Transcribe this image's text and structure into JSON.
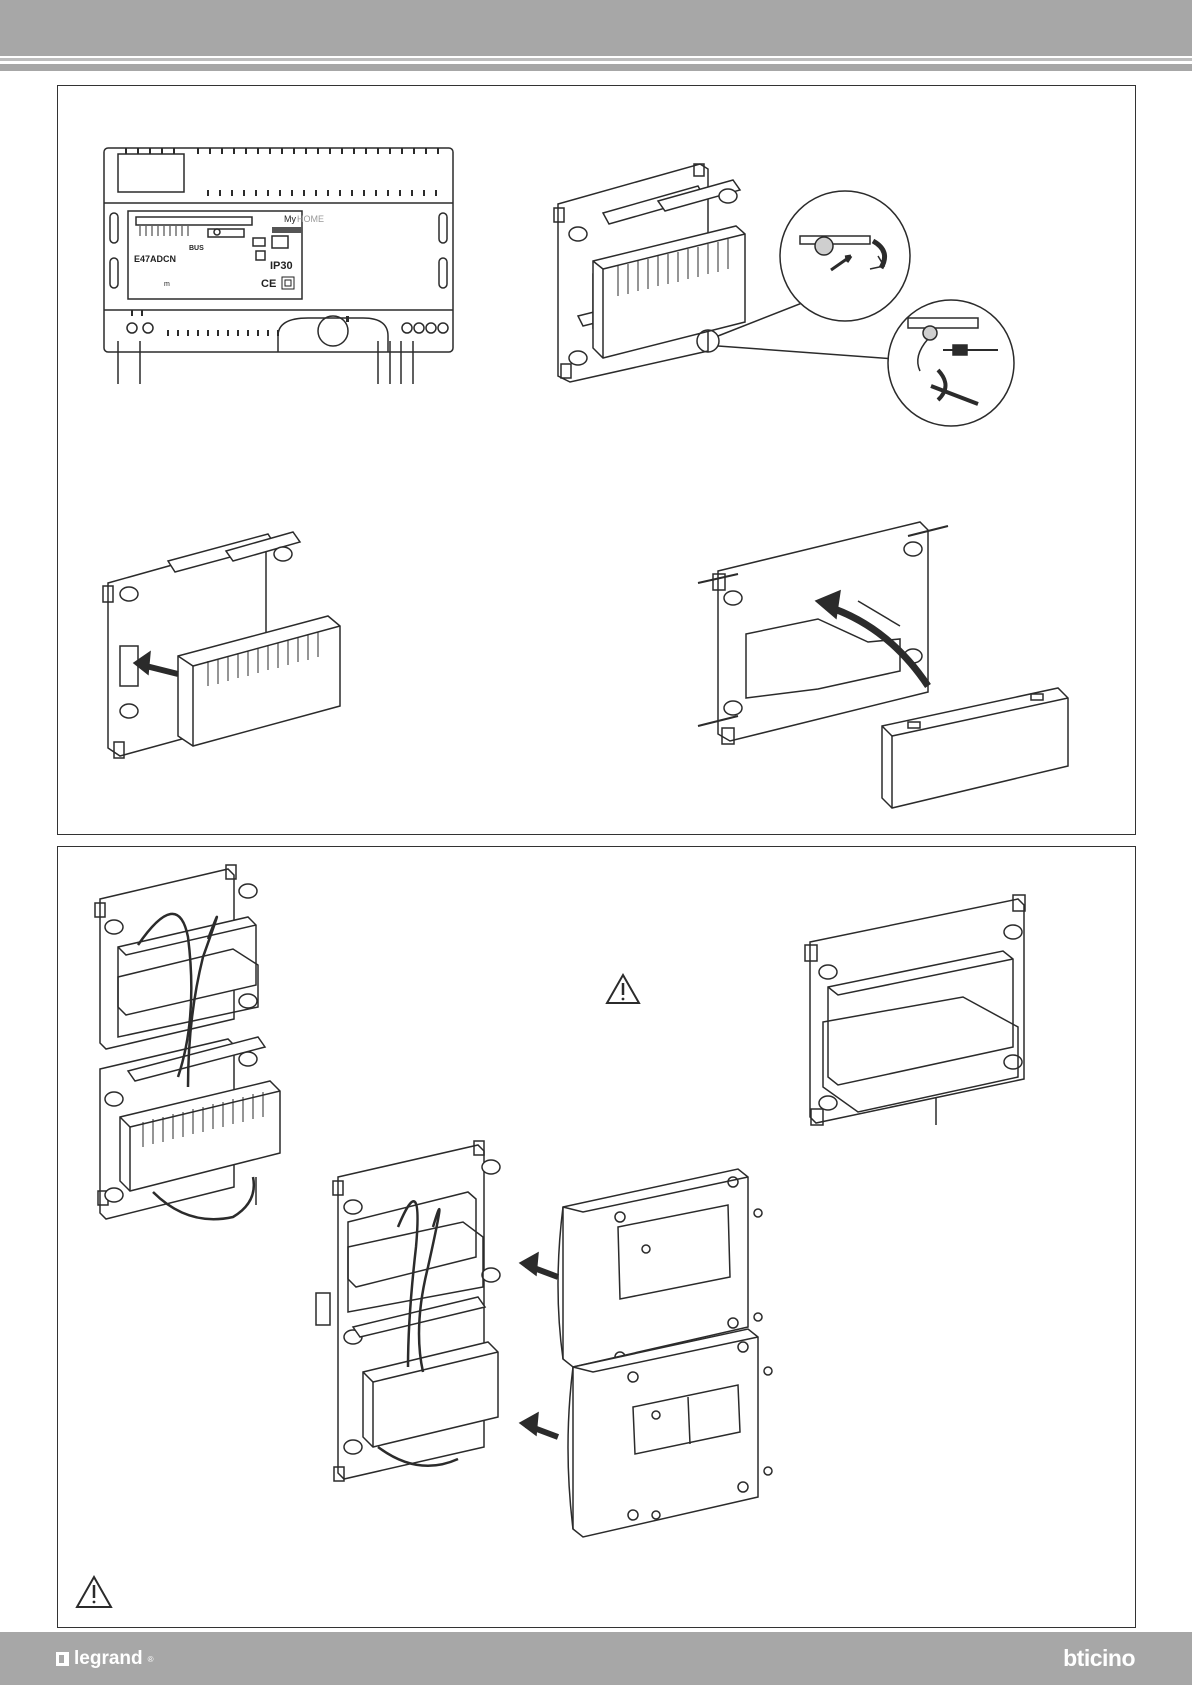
{
  "device": {
    "model_code": "E47ADCN",
    "brand_my": "My",
    "brand_home": "HOME",
    "bus_label": "BUS",
    "ip_rating": "IP30",
    "ce_mark": "CE",
    "small_mark": "m"
  },
  "icons": {
    "warning_top": "warning-triangle-icon",
    "warning_bottom": "warning-triangle-icon"
  },
  "footer": {
    "left_brand": "legrand",
    "left_brand_reg": "®",
    "right_brand": "bticino"
  },
  "colors": {
    "bar_gray": "#a7a7a7",
    "line_dark": "#2b2b2b",
    "fill_light": "#f2f2f2"
  }
}
